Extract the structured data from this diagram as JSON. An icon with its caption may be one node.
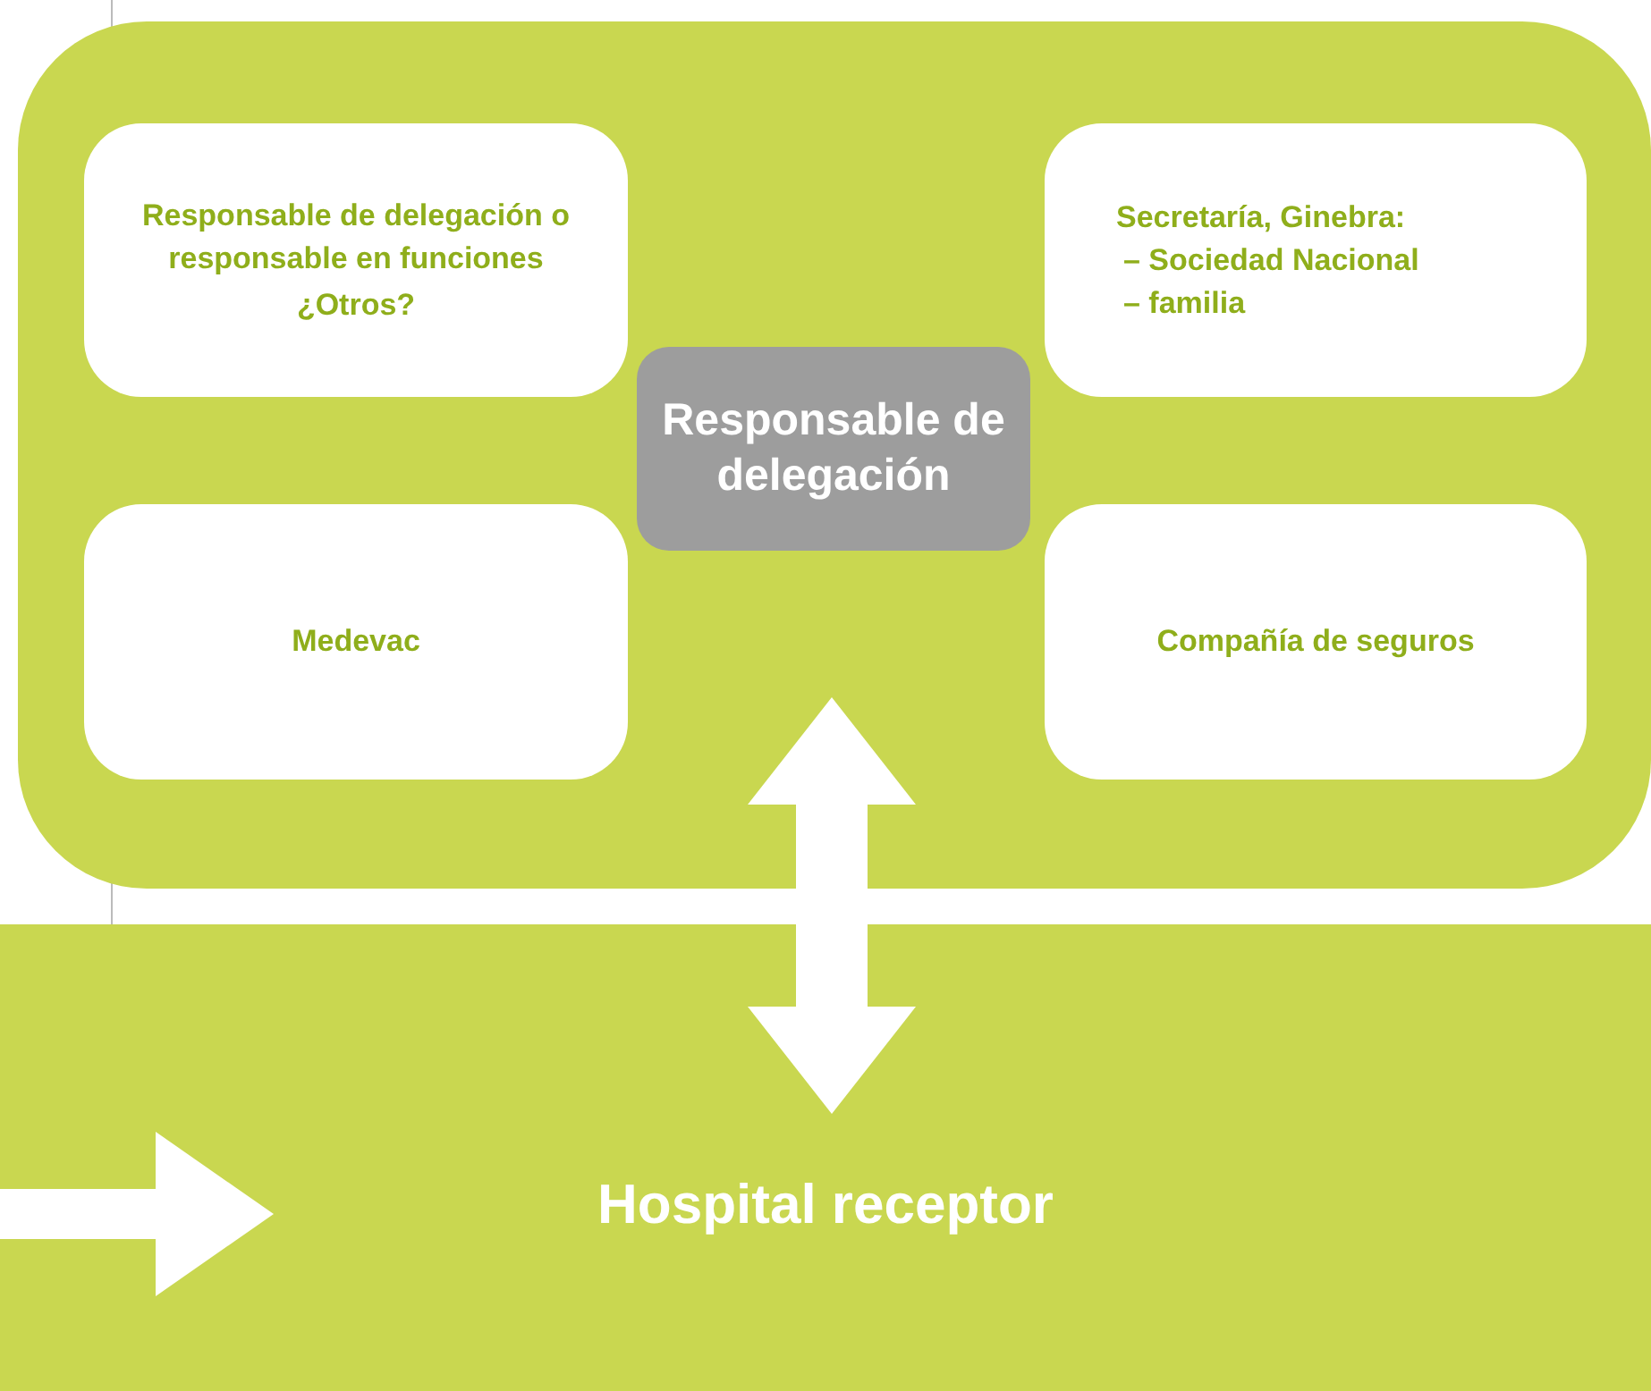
{
  "diagram": {
    "nodes": [
      {
        "text": [],
        "shape": "box"
      },
      {
        "text": [
          "Responsable de delegación o responsable en funciones",
          "¿Otros?"
        ],
        "in": 0
      },
      {
        "text": [
          "Secretaría, Ginebra:",
          "– Sociedad Nacional",
          "– familia"
        ],
        "in": 0
      },
      {
        "text": [
          "Responsable de delegación"
        ],
        "in": 0
      },
      {
        "text": [
          "Medevac"
        ],
        "in": 0
      },
      {
        "text": [
          "Compañía de seguros"
        ],
        "in": 0
      },
      {
        "text": [
          "Hospital receptor"
        ]
      }
    ],
    "edges": [
      {
        "from": 0,
        "to": 6,
        "arrow": "both"
      },
      {
        "from": null,
        "to": 6,
        "arrow": "to"
      }
    ]
  }
}
